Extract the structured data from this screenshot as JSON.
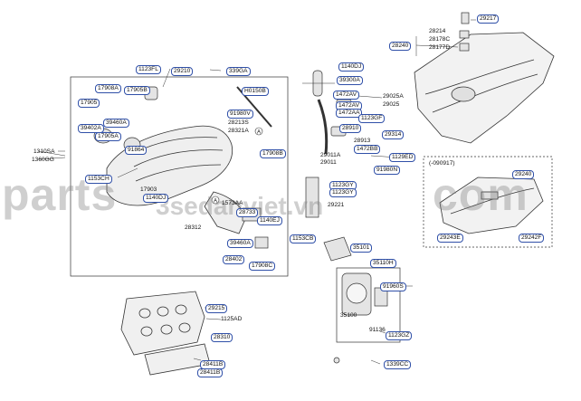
{
  "watermark": {
    "left": "parts",
    "sub": "3sedanviet.vn",
    "right": "com"
  },
  "colors": {
    "callout_border": "#3050a8",
    "line": "#333333"
  },
  "callouts": [
    {
      "text": "1123FL",
      "boxed": true
    },
    {
      "text": "29210",
      "boxed": true
    },
    {
      "text": "339GA",
      "boxed": true
    },
    {
      "text": "17908A",
      "boxed": true
    },
    {
      "text": "17905B",
      "boxed": true
    },
    {
      "text": "H0150B",
      "boxed": true
    },
    {
      "text": "17905",
      "boxed": true
    },
    {
      "text": "91980V",
      "boxed": true
    },
    {
      "text": "39460A",
      "boxed": true
    },
    {
      "text": "39402A",
      "boxed": true
    },
    {
      "text": "28213S",
      "boxed": false
    },
    {
      "text": "28321A",
      "boxed": false
    },
    {
      "text": "17905A",
      "boxed": true
    },
    {
      "text": "91864",
      "boxed": true
    },
    {
      "text": "17908B",
      "boxed": true
    },
    {
      "text": "1310SA",
      "boxed": false
    },
    {
      "text": "1360GG",
      "boxed": false
    },
    {
      "text": "1153CH",
      "boxed": true
    },
    {
      "text": "17903",
      "boxed": false
    },
    {
      "text": "1140DJ",
      "boxed": true
    },
    {
      "text": "1573AA",
      "boxed": false
    },
    {
      "text": "28733",
      "boxed": true
    },
    {
      "text": "1140EJ",
      "boxed": true
    },
    {
      "text": "28312",
      "boxed": false
    },
    {
      "text": "39460A",
      "boxed": true
    },
    {
      "text": "28402",
      "boxed": true
    },
    {
      "text": "17908C",
      "boxed": true
    },
    {
      "text": "1140DJ",
      "boxed": true
    },
    {
      "text": "39300A",
      "boxed": true
    },
    {
      "text": "1472AV",
      "boxed": true
    },
    {
      "text": "29025A",
      "boxed": false
    },
    {
      "text": "29025",
      "boxed": false
    },
    {
      "text": "1472AV",
      "boxed": true
    },
    {
      "text": "1472AA",
      "boxed": true
    },
    {
      "text": "1123GF",
      "boxed": true
    },
    {
      "text": "28910",
      "boxed": true
    },
    {
      "text": "29314",
      "boxed": true
    },
    {
      "text": "28913",
      "boxed": false
    },
    {
      "text": "1472BB",
      "boxed": true
    },
    {
      "text": "1129ED",
      "boxed": true
    },
    {
      "text": "29011A",
      "boxed": false
    },
    {
      "text": "29011",
      "boxed": false
    },
    {
      "text": "91980N",
      "boxed": true
    },
    {
      "text": "1123GY",
      "boxed": true
    },
    {
      "text": "1123GY",
      "boxed": true
    },
    {
      "text": "29221",
      "boxed": false
    },
    {
      "text": "1153CB",
      "boxed": true
    },
    {
      "text": "35101",
      "boxed": true
    },
    {
      "text": "35110H",
      "boxed": true
    },
    {
      "text": "91960S",
      "boxed": true
    },
    {
      "text": "35100",
      "boxed": false
    },
    {
      "text": "91136",
      "boxed": false
    },
    {
      "text": "1123GZ",
      "boxed": true
    },
    {
      "text": "1339CC",
      "boxed": true
    },
    {
      "text": "29217",
      "boxed": true
    },
    {
      "text": "28214",
      "boxed": false
    },
    {
      "text": "28178C",
      "boxed": false
    },
    {
      "text": "28177D",
      "boxed": false
    },
    {
      "text": "28240",
      "boxed": true
    },
    {
      "text": "(-090917)",
      "boxed": false
    },
    {
      "text": "29240",
      "boxed": true
    },
    {
      "text": "29243E",
      "boxed": true
    },
    {
      "text": "29242F",
      "boxed": true
    },
    {
      "text": "29215",
      "boxed": true
    },
    {
      "text": "1125AD",
      "boxed": false
    },
    {
      "text": "28310",
      "boxed": true
    },
    {
      "text": "28411B",
      "boxed": true
    },
    {
      "text": "28411B",
      "boxed": true
    }
  ],
  "markers": [
    "A",
    "A"
  ]
}
